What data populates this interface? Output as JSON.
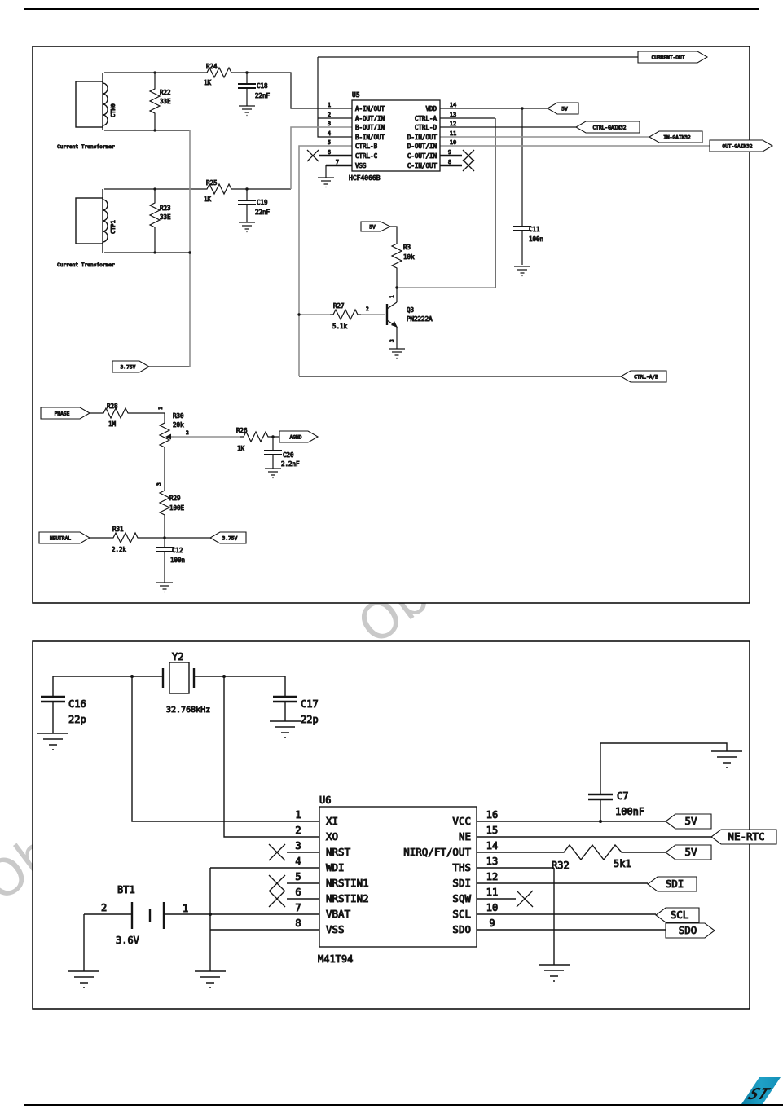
{
  "watermark": {
    "frag1": "- Ob",
    "frag2": "Ob"
  },
  "logo": {
    "text": "ST"
  },
  "top": {
    "note": "Current Transformer",
    "ctn0": "CTN0",
    "ctp1": "CTP1",
    "r22": {
      "r": "R22",
      "v": "33E"
    },
    "r23": {
      "r": "R23",
      "v": "33E"
    },
    "r24": {
      "r": "R24",
      "v": "1K"
    },
    "r25": {
      "r": "R25",
      "v": "1K"
    },
    "r26": {
      "r": "R26",
      "v": "1K"
    },
    "r27": {
      "r": "R27",
      "v": "5.1k"
    },
    "r28": {
      "r": "R28",
      "v": "1M"
    },
    "r29": {
      "r": "R29",
      "v": "100E"
    },
    "r30": {
      "r": "R30",
      "v": "20k"
    },
    "r31": {
      "r": "R31",
      "v": "2.2k"
    },
    "r3": {
      "r": "R3",
      "v": "10k"
    },
    "c18": {
      "r": "C18",
      "v": "22nF"
    },
    "c19": {
      "r": "C19",
      "v": "22nF"
    },
    "c11": {
      "r": "C11",
      "v": "100n"
    },
    "c20": {
      "r": "C20",
      "v": "2.2nF"
    },
    "c12": {
      "r": "C12",
      "v": "100n"
    },
    "q3": {
      "r": "Q3",
      "part": "PN2222A",
      "p1": "1",
      "p2": "2",
      "p3": "3"
    },
    "pot": {
      "p1": "1",
      "p2": "2",
      "p3": "3"
    },
    "u5": {
      "ref": "U5",
      "part": "HCF4066B",
      "lnum": [
        "1",
        "2",
        "3",
        "4",
        "5",
        "6",
        "7"
      ],
      "lname": [
        "A-IN/OUT",
        "A-OUT/IN",
        "B-OUT/IN",
        "B-IN/OUT",
        "CTRL-B",
        "CTRL-C",
        "VSS"
      ],
      "rnum": [
        "14",
        "13",
        "12",
        "11",
        "10",
        "9",
        "8"
      ],
      "rname": [
        "VDD",
        "CTRL-A",
        "CTRL-D",
        "D-IN/OUT",
        "D-OUT/IN",
        "C-OUT/IN",
        "C-IN/OUT"
      ]
    },
    "flags": {
      "current_out": "CURRENT-OUT",
      "v5a": "5V",
      "ctrl_gain": "CTRL-GAIN32",
      "in_gain": "IN-GAIN32",
      "out_gain": "OUT-GAIN32",
      "v5b": "5V",
      "ctrl_ab": "CTRL-A/B",
      "v375a": "3.75V",
      "phase": "PHASE",
      "agnd": "AGND",
      "neutral": "NEUTRAL",
      "v375b": "3.75V"
    }
  },
  "bottom": {
    "y2": {
      "r": "Y2",
      "v": "32.768kHz"
    },
    "c16": {
      "r": "C16",
      "v": "22p"
    },
    "c17": {
      "r": "C17",
      "v": "22p"
    },
    "c7": {
      "r": "C7",
      "v": "100nF"
    },
    "r32": {
      "r": "R32",
      "v": "5k1"
    },
    "bt1": {
      "r": "BT1",
      "v": "3.6V",
      "p1": "1",
      "p2": "2"
    },
    "u6": {
      "ref": "U6",
      "part": "M41T94",
      "lnum": [
        "1",
        "2",
        "3",
        "4",
        "5",
        "6",
        "7",
        "8"
      ],
      "lname": [
        "XI",
        "XO",
        "NRST",
        "WDI",
        "NRSTIN1",
        "NRSTIN2",
        "VBAT",
        "VSS"
      ],
      "rnum": [
        "16",
        "15",
        "14",
        "13",
        "12",
        "11",
        "10",
        "9"
      ],
      "rname": [
        "VCC",
        "NE",
        "NIRQ/FT/OUT",
        "THS",
        "SDI",
        "SQW",
        "SCL",
        "SDO"
      ]
    },
    "flags": {
      "v5a": "5V",
      "ne_rtc": "NE-RTC",
      "v5b": "5V",
      "sdi": "SDI",
      "scl": "SCL",
      "sdo": "SDO"
    }
  }
}
